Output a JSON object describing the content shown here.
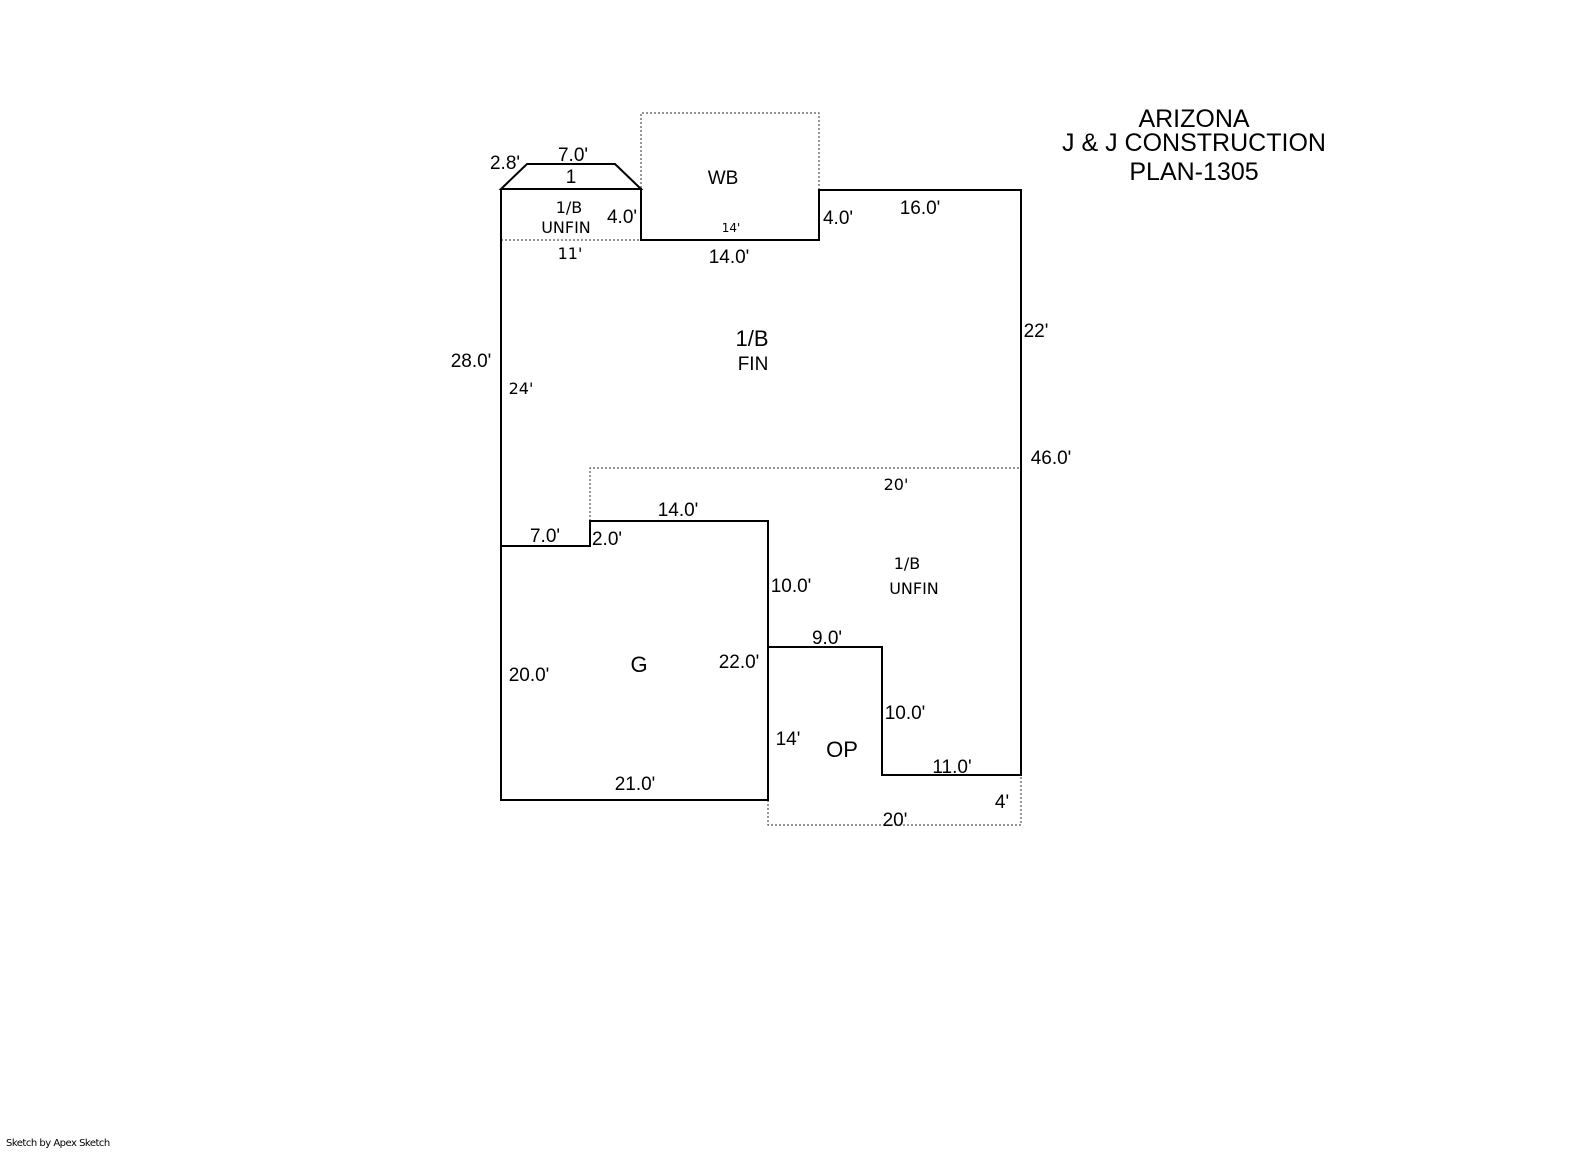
{
  "title": {
    "line1": "ARIZONA",
    "line2": "J & J CONSTRUCTION",
    "line3": "PLAN-1305"
  },
  "areas": {
    "area_1": "1",
    "unfin_top": [
      "1/B",
      "UNFIN"
    ],
    "wb": "WB",
    "fin": [
      "1/B",
      "FIN"
    ],
    "unfin_right": [
      "1/B",
      "UNFIN"
    ],
    "garage": "G",
    "porch": "OP"
  },
  "dimensions": {
    "d_2_8": "2.8'",
    "d_7_0_top": "7.0'",
    "d_4_0_left": "4.0'",
    "d_14_wb": "14'",
    "d_14_0_top": "14.0'",
    "d_11": "11'",
    "d_4_0_right": "4.0'",
    "d_16_0": "16.0'",
    "d_22": "22'",
    "d_28_0": "28.0'",
    "d_24": "24'",
    "d_46_0": "46.0'",
    "d_20_mid": "20'",
    "d_14_0_mid": "14.0'",
    "d_7_0_mid": "7.0'",
    "d_2_0": "2.0'",
    "d_10_0_a": "10.0'",
    "d_9_0": "9.0'",
    "d_22_0": "22.0'",
    "d_20_0": "20.0'",
    "d_10_0_b": "10.0'",
    "d_14_op": "14'",
    "d_11_0": "11.0'",
    "d_21_0": "21.0'",
    "d_4": "4'",
    "d_20_bottom": "20'"
  },
  "footer": "Sketch by Apex Sketch"
}
